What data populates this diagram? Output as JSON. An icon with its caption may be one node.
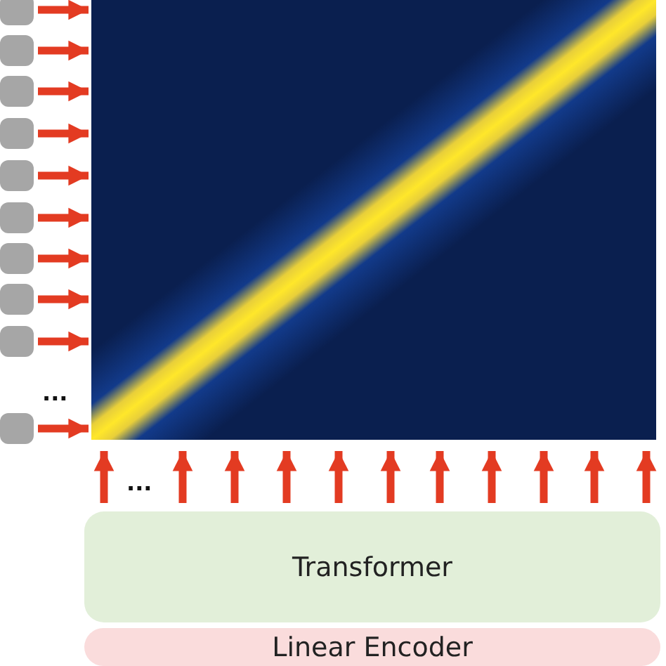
{
  "diagram": {
    "nodes": [
      {
        "text": [],
        "shape": "box"
      },
      {
        "text": [],
        "shape": "box"
      },
      {
        "text": [],
        "shape": "box"
      },
      {
        "text": [],
        "shape": "box"
      },
      {
        "text": [],
        "shape": "box"
      },
      {
        "text": [],
        "shape": "box"
      },
      {
        "text": [],
        "shape": "box"
      },
      {
        "text": [],
        "shape": "box"
      },
      {
        "text": [],
        "shape": "box"
      },
      {
        "text": [],
        "shape": "box"
      },
      {
        "text": [],
        "shape": "picture"
      },
      {
        "text": [
          "Transformer"
        ]
      },
      {
        "text": [
          "Linear Encoder"
        ]
      }
    ],
    "edges": [
      {
        "from": 0,
        "to": 10,
        "arrow": "to"
      },
      {
        "from": 1,
        "to": 10,
        "arrow": "to"
      },
      {
        "from": 2,
        "to": 10,
        "arrow": "to"
      },
      {
        "from": 3,
        "to": 10,
        "arrow": "to"
      },
      {
        "from": 4,
        "to": 10,
        "arrow": "to"
      },
      {
        "from": 5,
        "to": 10,
        "arrow": "to"
      },
      {
        "from": 6,
        "to": 10,
        "arrow": "to"
      },
      {
        "from": 7,
        "to": 10,
        "arrow": "to"
      },
      {
        "from": 8,
        "to": 10,
        "arrow": "to"
      },
      {
        "from": 9,
        "to": 10,
        "arrow": "to"
      },
      {
        "from": 11,
        "to": 10,
        "arrow": "to"
      },
      {
        "from": 11,
        "to": 10,
        "arrow": "to"
      },
      {
        "from": 11,
        "to": 10,
        "arrow": "to"
      },
      {
        "from": 11,
        "to": 10,
        "arrow": "to"
      },
      {
        "from": 11,
        "to": 10,
        "arrow": "to"
      },
      {
        "from": 11,
        "to": 10,
        "arrow": "to"
      },
      {
        "from": 11,
        "to": 10,
        "arrow": "to"
      },
      {
        "from": 11,
        "to": 10,
        "arrow": "to"
      },
      {
        "from": 11,
        "to": 10,
        "arrow": "to"
      },
      {
        "from": 11,
        "to": 10,
        "arrow": "to"
      },
      {
        "from": 11,
        "to": 10,
        "arrow": "to"
      }
    ],
    "labels": [
      "...",
      "..."
    ]
  }
}
